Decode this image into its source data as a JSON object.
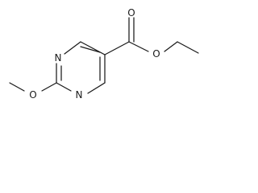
{
  "structure": {
    "atoms": {
      "n_upper": "N",
      "n_lower": "N",
      "o_methoxy": "O",
      "o_carbonyl": "O",
      "o_ester": "O"
    },
    "colors": {
      "ink": "#1a1a1a",
      "background": "#ffffff"
    }
  }
}
